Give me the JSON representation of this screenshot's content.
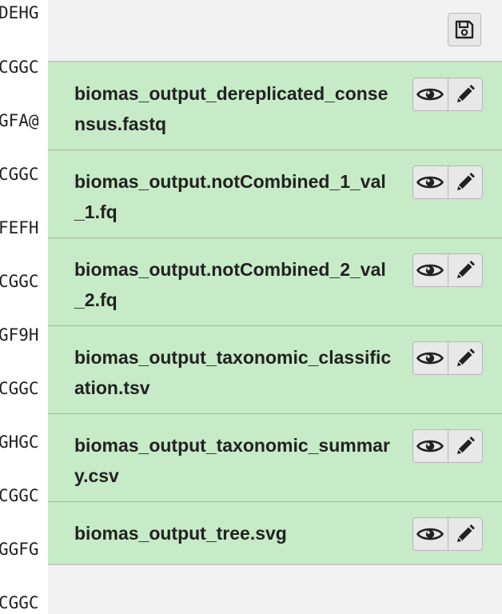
{
  "background_lines": [
    "DEHG",
    "CGGC",
    "GFA@",
    "CGGC",
    "FEFH",
    "CGGC",
    "GF9H",
    "CGGC",
    "GHGC",
    "CGGC",
    "GGFG",
    "CGGC"
  ],
  "files": [
    {
      "name": "biomas_output_dereplicated_consensus.fastq"
    },
    {
      "name": "biomas_output.notCombined_1_val_1.fq"
    },
    {
      "name": "biomas_output.notCombined_2_val_2.fq"
    },
    {
      "name": "biomas_output_taxonomic_classification.tsv"
    },
    {
      "name": "biomas_output_taxonomic_summary.csv"
    },
    {
      "name": "biomas_output_tree.svg"
    }
  ],
  "icons": {
    "save": "floppy-disk-icon",
    "view": "eye-icon",
    "edit": "pencil-icon"
  },
  "colors": {
    "item_bg": "#c7ebc7",
    "panel_bg": "#f2f2f2"
  }
}
